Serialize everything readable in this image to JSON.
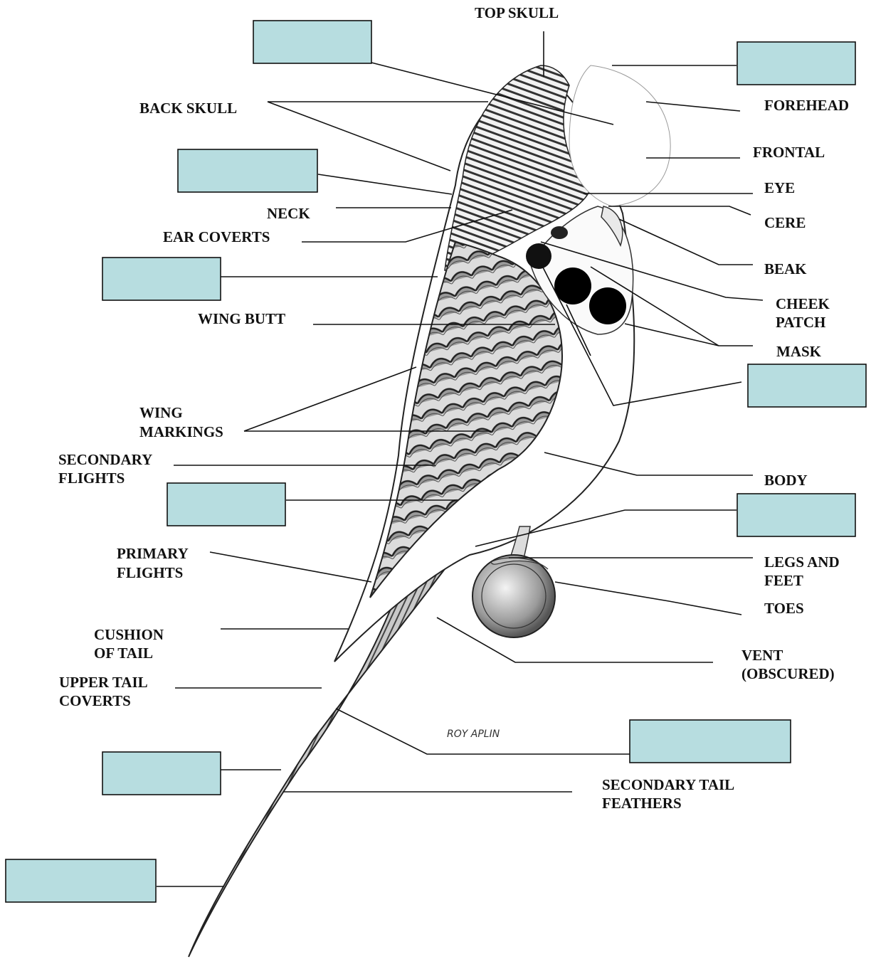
{
  "labels": {
    "top_skull": "TOP SKULL",
    "back_skull": "BACK SKULL",
    "forehead": "FOREHEAD",
    "frontal": "FRONTAL",
    "eye": "EYE",
    "cere": "CERE",
    "neck": "NECK",
    "ear_coverts": "EAR COVERTS",
    "beak": "BEAK",
    "cheek_patch_1": "CHEEK",
    "cheek_patch_2": "PATCH",
    "mask": "MASK",
    "wing_butt": "WING BUTT",
    "wing_markings_1": "WING",
    "wing_markings_2": "MARKINGS",
    "secondary_flights_1": "SECONDARY",
    "secondary_flights_2": "FLIGHTS",
    "body": "BODY",
    "primary_flights_1": "PRIMARY",
    "primary_flights_2": "FLIGHTS",
    "legs_and_feet_1": "LEGS AND",
    "legs_and_feet_2": "FEET",
    "toes": "TOES",
    "cushion_of_tail_1": "CUSHION",
    "cushion_of_tail_2": "OF TAIL",
    "vent_1": "VENT",
    "vent_2": "(OBSCURED)",
    "upper_tail_coverts_1": "UPPER TAIL",
    "upper_tail_coverts_2": "COVERTS",
    "secondary_tail_feathers_1": "SECONDARY TAIL",
    "secondary_tail_feathers_2": "FEATHERS"
  },
  "signature": "ROY APLIN",
  "answer_box_count": 10,
  "colors": {
    "answer_box_fill": "#b7dde0",
    "ink": "#111111"
  }
}
